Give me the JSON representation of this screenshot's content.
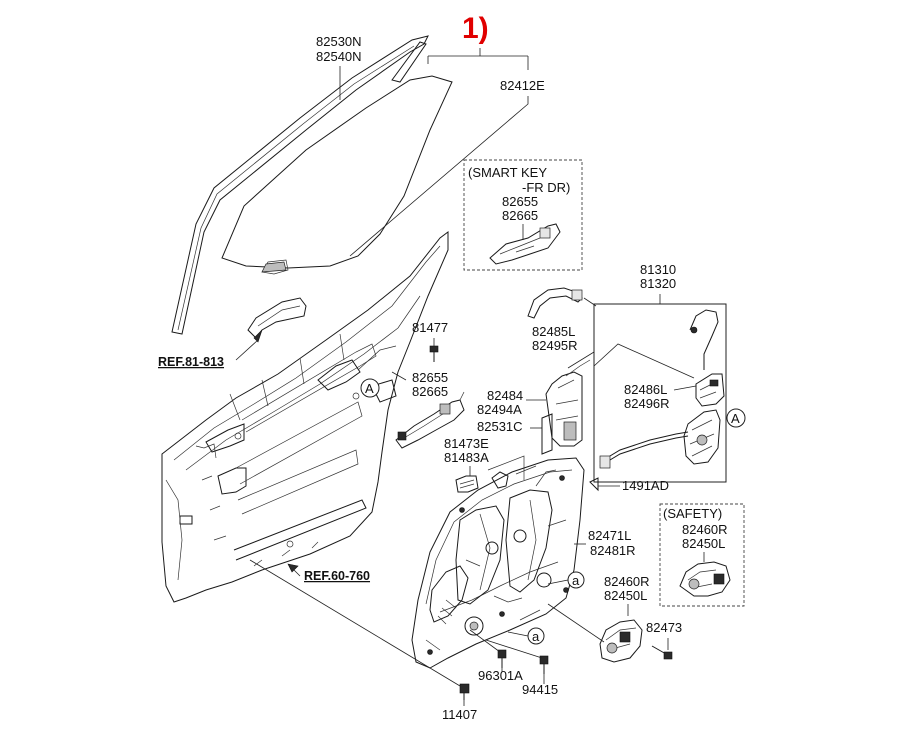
{
  "diagram": {
    "callout": {
      "text": "1)",
      "color": "#e00000"
    },
    "labels": {
      "glass_run_1": "82530N",
      "glass_run_2": "82540N",
      "glass": "82412E",
      "smart_key_title_1": "(SMART KEY",
      "smart_key_title_2": "-FR DR)",
      "smart_key_part_1": "82655",
      "smart_key_part_2": "82665",
      "ref_glass": "REF.81-813",
      "bolt_81477": "81477",
      "handle_1": "82655",
      "handle_2": "82665",
      "latch_1": "81310",
      "latch_2": "81320",
      "outside_handle_1": "82485L",
      "outside_handle_2": "82495R",
      "handle_bracket_1": "82484",
      "handle_bracket_2": "82494A",
      "channel": "82531C",
      "cable_1": "82486L",
      "cable_2": "82496R",
      "striker_1": "81473E",
      "striker_2": "81483A",
      "screw_1491": "1491AD",
      "ref_door": "REF.60-760",
      "safety_title": "(SAFETY)",
      "safety_part_1": "82460R",
      "safety_part_2": "82450L",
      "regulator_1": "82471L",
      "regulator_2": "82481R",
      "motor_1": "82460R",
      "motor_2": "82450L",
      "bolt_82473": "82473",
      "bolt_96301": "96301A",
      "bolt_94415": "94415",
      "bolt_11407": "11407",
      "tag_A": "A",
      "tag_a": "a"
    }
  }
}
